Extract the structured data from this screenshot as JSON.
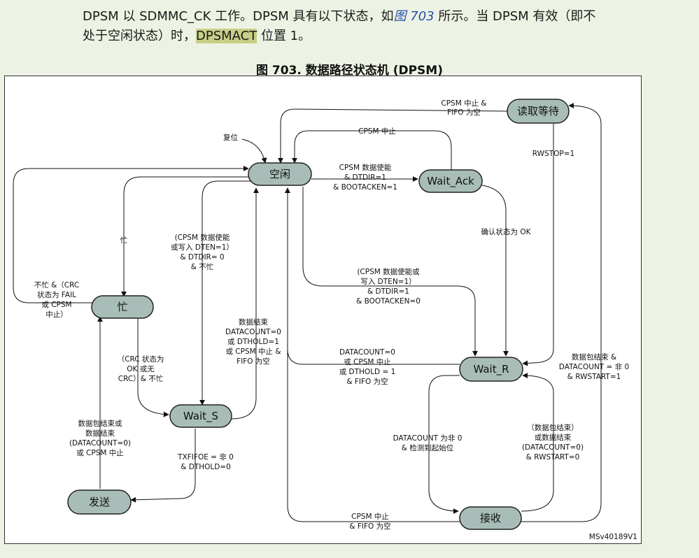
{
  "paragraph": {
    "line1_prefix": "DPSM 以 SDMMC_CK 工作。DPSM 具有以下状态，如",
    "line1_figref": "图 703",
    "line1_suffix": " 所示。当 DPSM 有效（即不",
    "line2_prefix": "处于空闲状态）时，",
    "line2_highlight": "DPSMACT",
    "line2_suffix": " 位置 1。"
  },
  "figure_caption": "图 703. 数据路径状态机 (DPSM)",
  "nodes": {
    "idle": "空闲",
    "wait_ack": "Wait_Ack",
    "read_wait": "读取等待",
    "busy": "忙",
    "wait_r": "Wait_R",
    "wait_s": "Wait_S",
    "send": "发送",
    "receive": "接收"
  },
  "labels": {
    "reset": "复位",
    "cpsm_abort_fifo_empty_top": [
      "CPSM 中止 &",
      "FIFO 为空"
    ],
    "cpsm_abort": "CPSM 中止",
    "cpsm_enable_bootack": [
      "CPSM 数据使能",
      "& DTDIR=1",
      "& BOOTACKEN=1"
    ],
    "rwstop": "RWSTOP=1",
    "ack_ok": "确认状态为 OK",
    "busy": "忙",
    "not_busy_crc_fail": [
      "不忙 &（CRC",
      "状态为 FAIL",
      "或 CPSM",
      "中止）"
    ],
    "cpsm_enable_write": [
      "(CPSM 数据使能",
      "或写入 DTEN=1）",
      "& DTDIR= 0",
      "& 不忙"
    ],
    "cpsm_enable_or_write_bootacken0": [
      "(CPSM 数据使能或",
      "写入 DTEN=1）",
      "& DTDIR=1",
      "& BOOTACKEN=0"
    ],
    "data_end_dthold": [
      "数据结束",
      "DATACOUNT=0",
      "或 DTHOLD=1",
      "或 CPSM 中止 &",
      "FIFO 为空"
    ],
    "datacount0_wait_r_to_idle": [
      "DATACOUNT=0",
      "或 CPSM 中止",
      "或 DTHOLD = 1",
      "& FIFO 为空"
    ],
    "packet_end_rwstart1": [
      "数据包结束 &",
      "DATACOUNT = 非 0",
      "& RWSTART=1"
    ],
    "crc_ok_or_not": [
      "（CRC 状态为",
      "OK 或无",
      "CRC）& 不忙"
    ],
    "packet_or_data_end_send": [
      "数据包结束或",
      "数据结束",
      "(DATACOUNT=0)",
      "或 CPSM 中止"
    ],
    "txfifoe": [
      "TXFIFOE = 非 0",
      "& DTHOLD=0"
    ],
    "datacount_nonzero_start": [
      "DATACOUNT 为非 0",
      "& 检测到起始位"
    ],
    "packet_end_rwstart0": [
      "（数据包结束）",
      "或数据结束",
      "(DATACOUNT=0)",
      "& RWSTART=0"
    ],
    "cpsm_abort_fifo_empty_bottom": [
      "CPSM 中止",
      "& FIFO 为空"
    ]
  },
  "figure_id": "MSv40189V1",
  "colors": {
    "node_fill": "#a8bdb7",
    "node_stroke": "#222222",
    "background": "#edf3e4"
  }
}
